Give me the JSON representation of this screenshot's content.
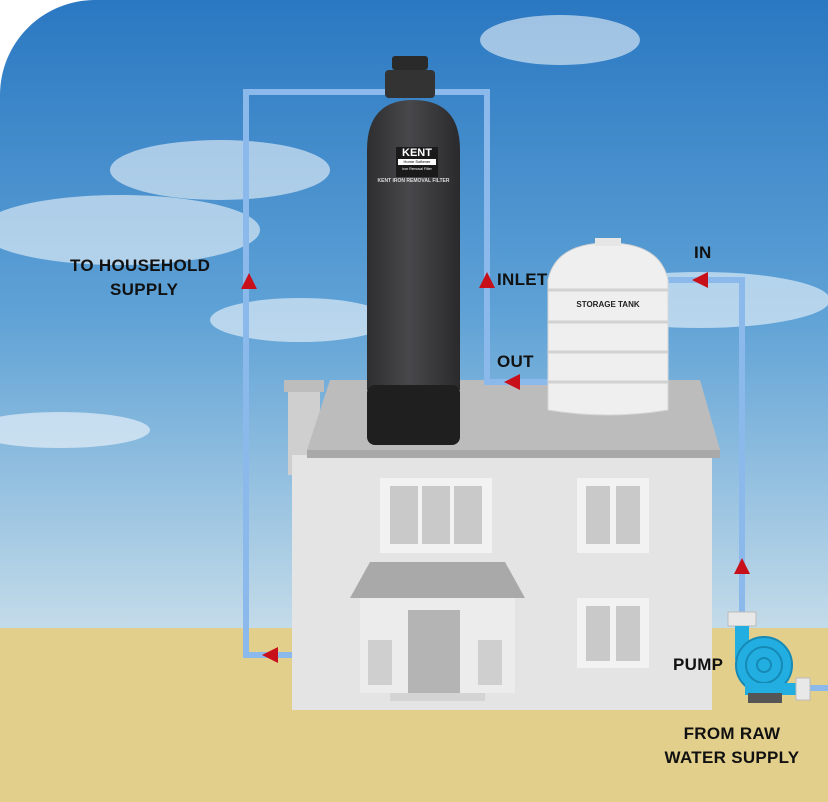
{
  "labels": {
    "household": "TO HOUSEHOLD SUPPLY",
    "household_line1": "TO HOUSEHOLD",
    "household_line2": "SUPPLY",
    "inlet": "INLET",
    "out": "OUT",
    "in": "IN",
    "pump": "PUMP",
    "raw_line1": "FROM RAW",
    "raw_line2": "WATER SUPPLY"
  },
  "filter": {
    "brand": "KENT",
    "sub1": "Home Softener",
    "sub2": "Iron Removal Filter",
    "name": "KENT IRON REMOVAL FILTER"
  },
  "tank": {
    "label": "STORAGE TANK"
  },
  "colors": {
    "pipe": "#8cb9ec",
    "arrow": "#c8101a",
    "sky_top": "#2b7cc4",
    "ground": "#e3cf8c",
    "filter": "#3b3b3d",
    "pump": "#22aee0"
  }
}
